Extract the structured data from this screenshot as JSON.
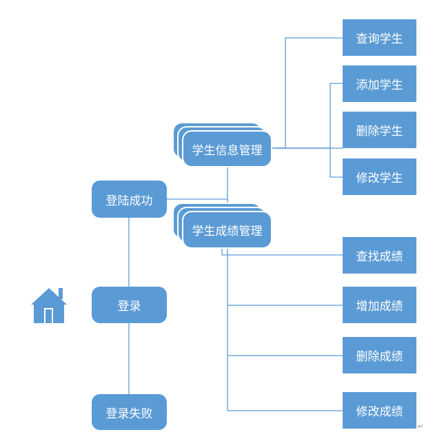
{
  "colors": {
    "node": "#5b9bd5",
    "line": "#5b9bd5",
    "text": "#ffffff"
  },
  "root": {
    "icon": "home-icon",
    "label": "登录"
  },
  "login_success": "登陆成功",
  "login_failure": "登录失败",
  "student_info": {
    "label": "学生信息管理",
    "children": [
      "查询学生",
      "添加学生",
      "删除学生",
      "修改学生"
    ]
  },
  "student_score": {
    "label": "学生成绩管理",
    "children": [
      "查找成绩",
      "增加成绩",
      "删除成绩",
      "修改成绩"
    ]
  },
  "return_mark": "↵"
}
